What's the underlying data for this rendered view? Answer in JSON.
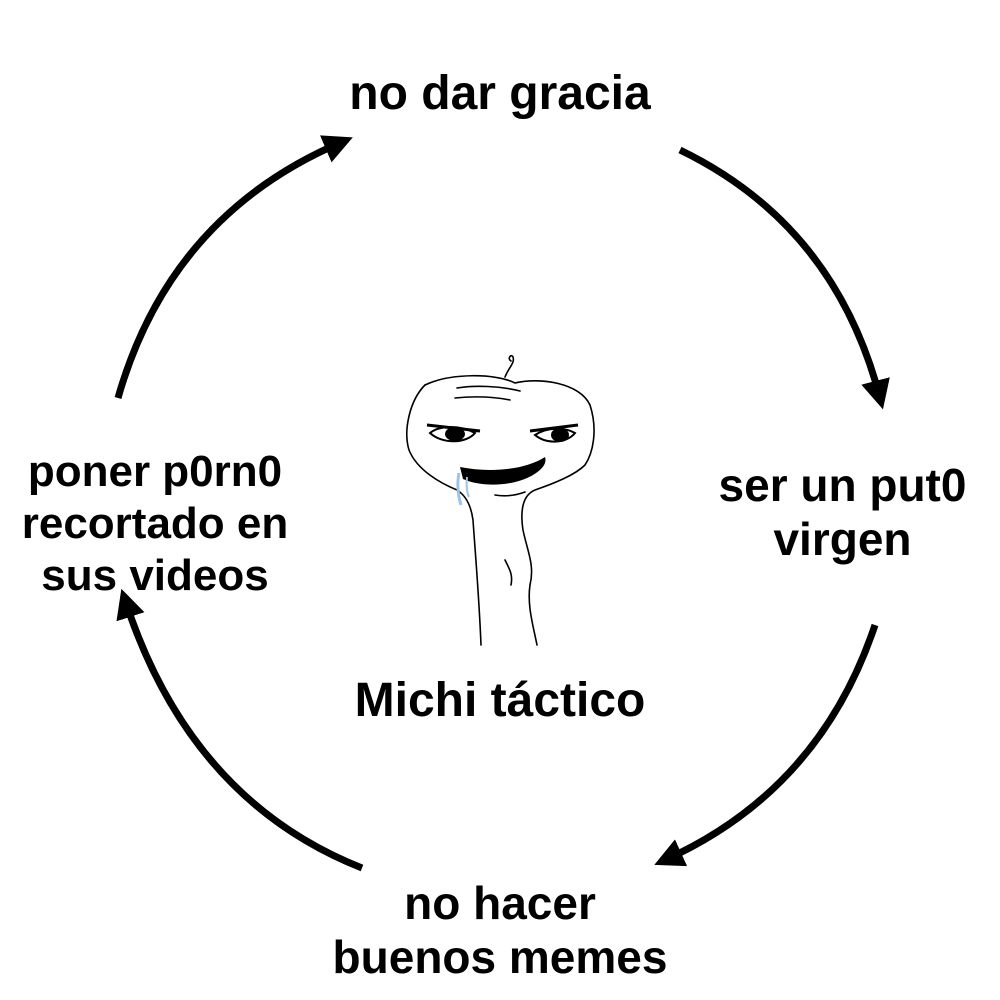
{
  "diagram": {
    "type": "cycle",
    "nodes": [
      {
        "id": "top",
        "lines": [
          "no dar gracia"
        ]
      },
      {
        "id": "right",
        "lines": [
          "ser un put0",
          "virgen"
        ]
      },
      {
        "id": "bottom",
        "lines": [
          "no hacer",
          "buenos memes"
        ]
      },
      {
        "id": "left",
        "lines": [
          "poner p0rn0",
          "recortado en",
          "sus videos"
        ]
      }
    ],
    "edges": [
      {
        "from": "top",
        "to": "right"
      },
      {
        "from": "right",
        "to": "bottom"
      },
      {
        "from": "bottom",
        "to": "left"
      },
      {
        "from": "left",
        "to": "top"
      }
    ],
    "center": {
      "caption": "Michi táctico",
      "figure_icon": "wojak-brainlet-drawing-icon"
    },
    "colors": {
      "text": "#000000",
      "arrow": "#000000",
      "background": "#ffffff",
      "drool": "#9ec3e6"
    }
  }
}
